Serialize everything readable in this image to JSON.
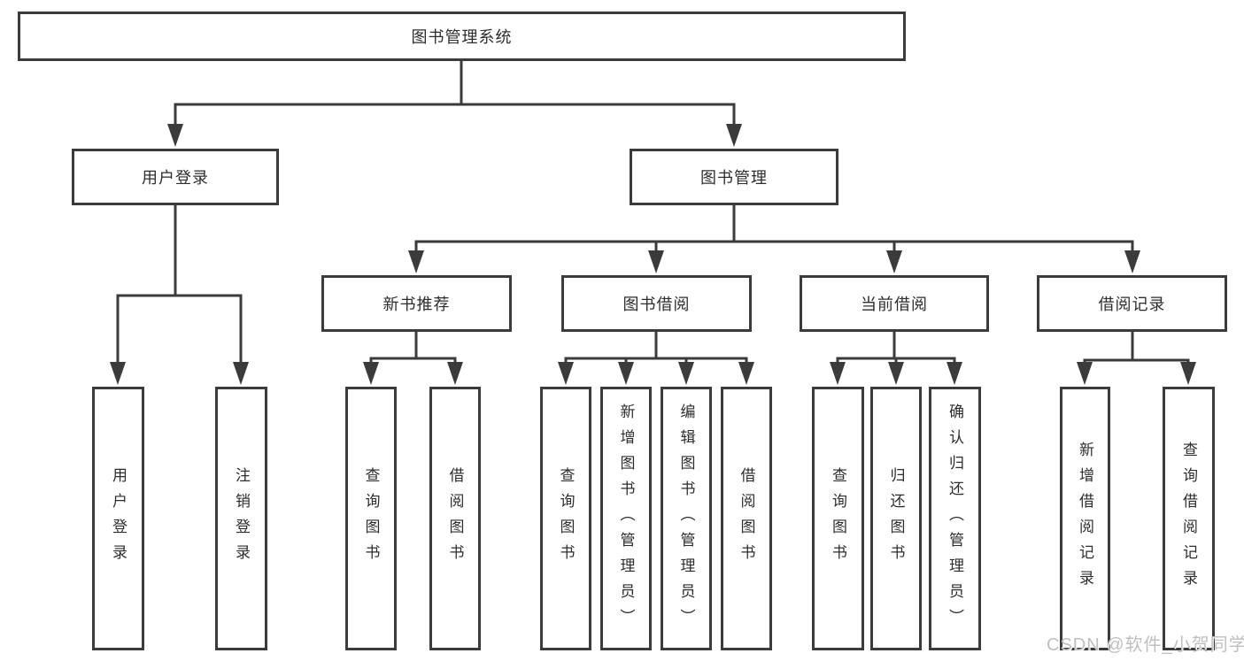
{
  "tree": {
    "label": "图书管理系统",
    "children": [
      {
        "label": "用户登录",
        "children": [
          {
            "label": "用户登录"
          },
          {
            "label": "注销登录"
          }
        ]
      },
      {
        "label": "图书管理",
        "children": [
          {
            "label": "新书推荐",
            "children": [
              {
                "label": "查询图书"
              },
              {
                "label": "借阅图书"
              }
            ]
          },
          {
            "label": "图书借阅",
            "children": [
              {
                "label": "查询图书"
              },
              {
                "label": "新增图书（管理员）"
              },
              {
                "label": "编辑图书（管理员）"
              },
              {
                "label": "借阅图书"
              }
            ]
          },
          {
            "label": "当前借阅",
            "children": [
              {
                "label": "查询图书"
              },
              {
                "label": "归还图书"
              },
              {
                "label": "确认归还（管理员）"
              }
            ]
          },
          {
            "label": "借阅记录",
            "children": [
              {
                "label": "新增借阅记录"
              },
              {
                "label": "查询借阅记录"
              }
            ]
          }
        ]
      }
    ]
  },
  "watermark": {
    "text": "CSDN @软件_小贺同学"
  },
  "colors": {
    "line": "#3b3b3b",
    "box_border": "#3b3b3b",
    "text": "#2d2d2d",
    "watermark": "#bfbfbf",
    "background": "#ffffff"
  }
}
